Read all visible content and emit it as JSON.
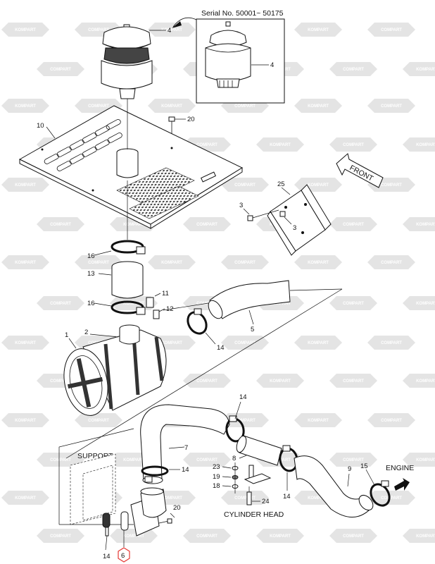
{
  "serial_label": "Serial No. 50001~ 50175",
  "direction_label": "FRONT",
  "engine_label": "ENGINE",
  "support_label": "SUPPORT",
  "cylinder_head_label": "CYLINDER HEAD",
  "watermark_text": [
    "KOMPART",
    "COMPART"
  ],
  "callouts": {
    "c4a": "4",
    "c4b": "4",
    "c20a": "20",
    "c10": "10",
    "c25": "25",
    "c3a": "3",
    "c3b": "3",
    "c16a": "16",
    "c13": "13",
    "c11": "11",
    "c16b": "16",
    "c12": "12",
    "c1": "1",
    "c2": "2",
    "c5": "5",
    "c14a": "14",
    "c14b": "14",
    "c7": "7",
    "c14c": "14",
    "c8": "8",
    "c23": "23",
    "c19": "19",
    "c18": "18",
    "c24": "24",
    "c9": "9",
    "c15": "15",
    "c14d": "14",
    "c20b": "20",
    "c14e": "14",
    "c6": "6"
  },
  "highlight_color": "#e53935"
}
